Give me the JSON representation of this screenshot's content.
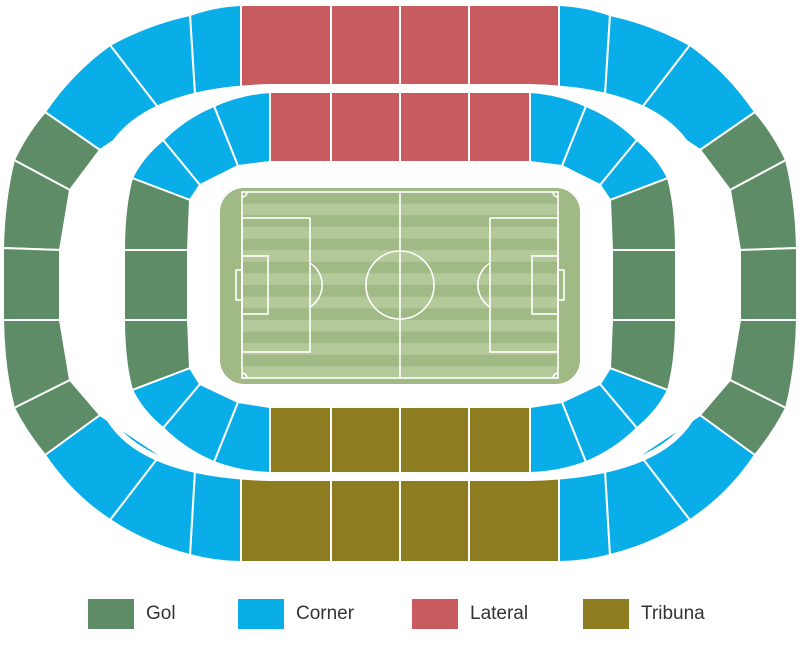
{
  "colors": {
    "gol": "#5e8c67",
    "corner": "#09aee9",
    "lateral": "#c75b5f",
    "tribuna": "#8e7c21",
    "pitch": "#a1b985",
    "pitch_light": "#b4c99a",
    "pitch_line": "#ffffff",
    "seat_line": "#ffffff"
  },
  "legend": [
    {
      "id": "gol",
      "label": "Gol",
      "color": "#5e8c67"
    },
    {
      "id": "corner",
      "label": "Corner",
      "color": "#09aee9"
    },
    {
      "id": "lateral",
      "label": "Lateral",
      "color": "#c75b5f"
    },
    {
      "id": "tribuna",
      "label": "Tribuna",
      "color": "#8e7c21"
    }
  ]
}
